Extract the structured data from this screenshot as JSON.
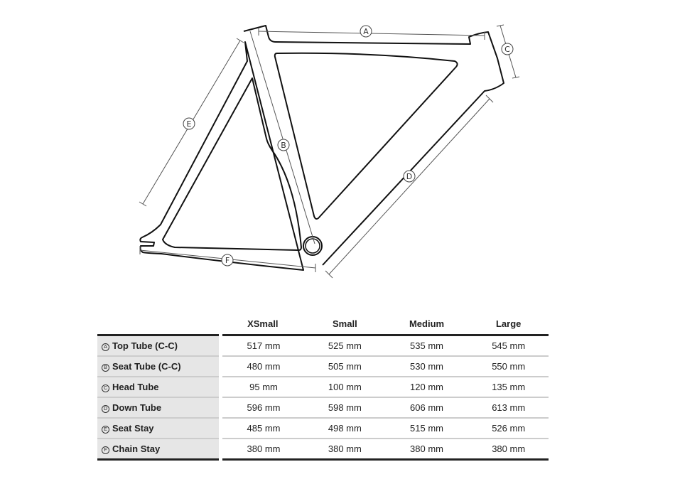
{
  "diagram": {
    "labels": {
      "A": "A",
      "B": "B",
      "C": "C",
      "D": "D",
      "E": "E",
      "F": "F"
    }
  },
  "table": {
    "headers": [
      "XSmall",
      "Small",
      "Medium",
      "Large"
    ],
    "rows": [
      {
        "key": "A",
        "label": "Top Tube (C-C)",
        "values": [
          "517 mm",
          "525 mm",
          "535 mm",
          "545 mm"
        ]
      },
      {
        "key": "B",
        "label": "Seat Tube (C-C)",
        "values": [
          "480 mm",
          "505 mm",
          "530 mm",
          "550 mm"
        ]
      },
      {
        "key": "C",
        "label": "Head Tube",
        "values": [
          "95 mm",
          "100 mm",
          "120 mm",
          "135 mm"
        ]
      },
      {
        "key": "D",
        "label": "Down Tube",
        "values": [
          "596 mm",
          "598 mm",
          "606 mm",
          "613 mm"
        ]
      },
      {
        "key": "E",
        "label": "Seat Stay",
        "values": [
          "485 mm",
          "498 mm",
          "515 mm",
          "526 mm"
        ]
      },
      {
        "key": "F",
        "label": "Chain Stay",
        "values": [
          "380 mm",
          "380 mm",
          "380 mm",
          "380 mm"
        ]
      }
    ]
  }
}
